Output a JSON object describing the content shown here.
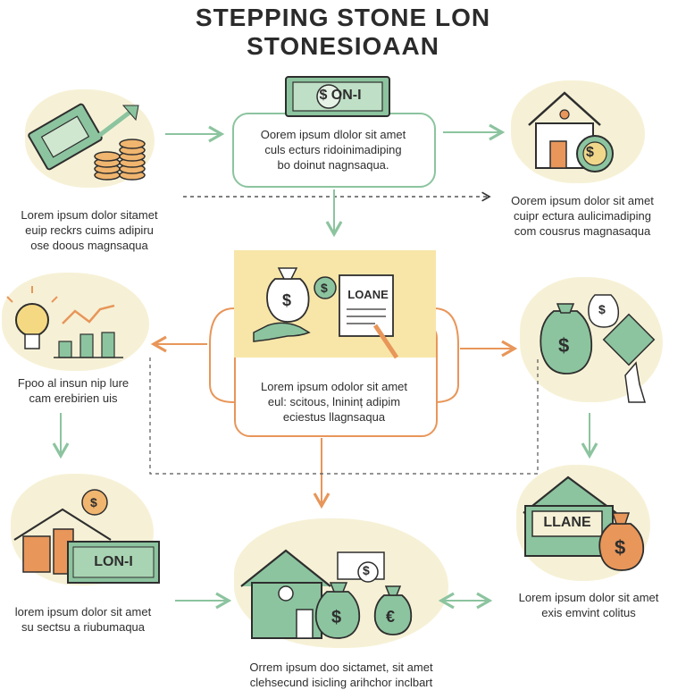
{
  "title": {
    "line1": "STEPPING STONE LON",
    "line2": "STONESIOAAN"
  },
  "nodes": {
    "center_top": {
      "text": [
        "Oorem ipsum dlolor sit amet",
        "culs ecturs ridoinimadiping",
        "bo doinut nagnsaqua."
      ],
      "banner_label": "$ ON-I"
    },
    "left_top": {
      "text": [
        "Lorem ipsum dolor sitamet",
        "euip reckrs cuims adipiru",
        "ose doous magnsaqua"
      ]
    },
    "right_top": {
      "text": [
        "Oorem ipsum dolor sit amet",
        "cuipr ectura aulicimadiping",
        "com cousrus magnasaqua"
      ]
    },
    "center_mid": {
      "text": [
        "Lorem ipsum odolor sit amet",
        "eul: scitous, lnininț adipim",
        "eciestus llagnsaqua"
      ],
      "doc_label": "LOANE"
    },
    "left_mid": {
      "text": [
        "Fpoo al insun nip lure",
        "cam erebirien uis"
      ]
    },
    "left_bottom": {
      "text": [
        "lorem ipsum dolor sit amet",
        "su sectsu a riubumaqua"
      ],
      "bill_label": "LON-I"
    },
    "right_bottom": {
      "text": [
        "Lorem ipsum dolor sit amet",
        "exis emvint colitus"
      ],
      "sign_label": "LLANE"
    },
    "center_bottom": {
      "text": [
        "Orrem ipsum doo sictamet, sit amet",
        "clehsecund isicling arihchor inclbart"
      ]
    }
  },
  "icons": [
    "money-transfer-icon",
    "coins-icon",
    "growth-arrow-icon",
    "house-icon",
    "dollar-coin-icon",
    "lightbulb-icon",
    "bar-chart-icon",
    "money-bag-icon",
    "hand-icon",
    "document-icon",
    "pen-icon",
    "euro-bag-icon"
  ],
  "colors": {
    "green": "#8cc49f",
    "orange": "#e8965a",
    "cream": "#f6f1d6",
    "dark": "#2e2e2e",
    "darkgreen": "#3d6b4f"
  }
}
